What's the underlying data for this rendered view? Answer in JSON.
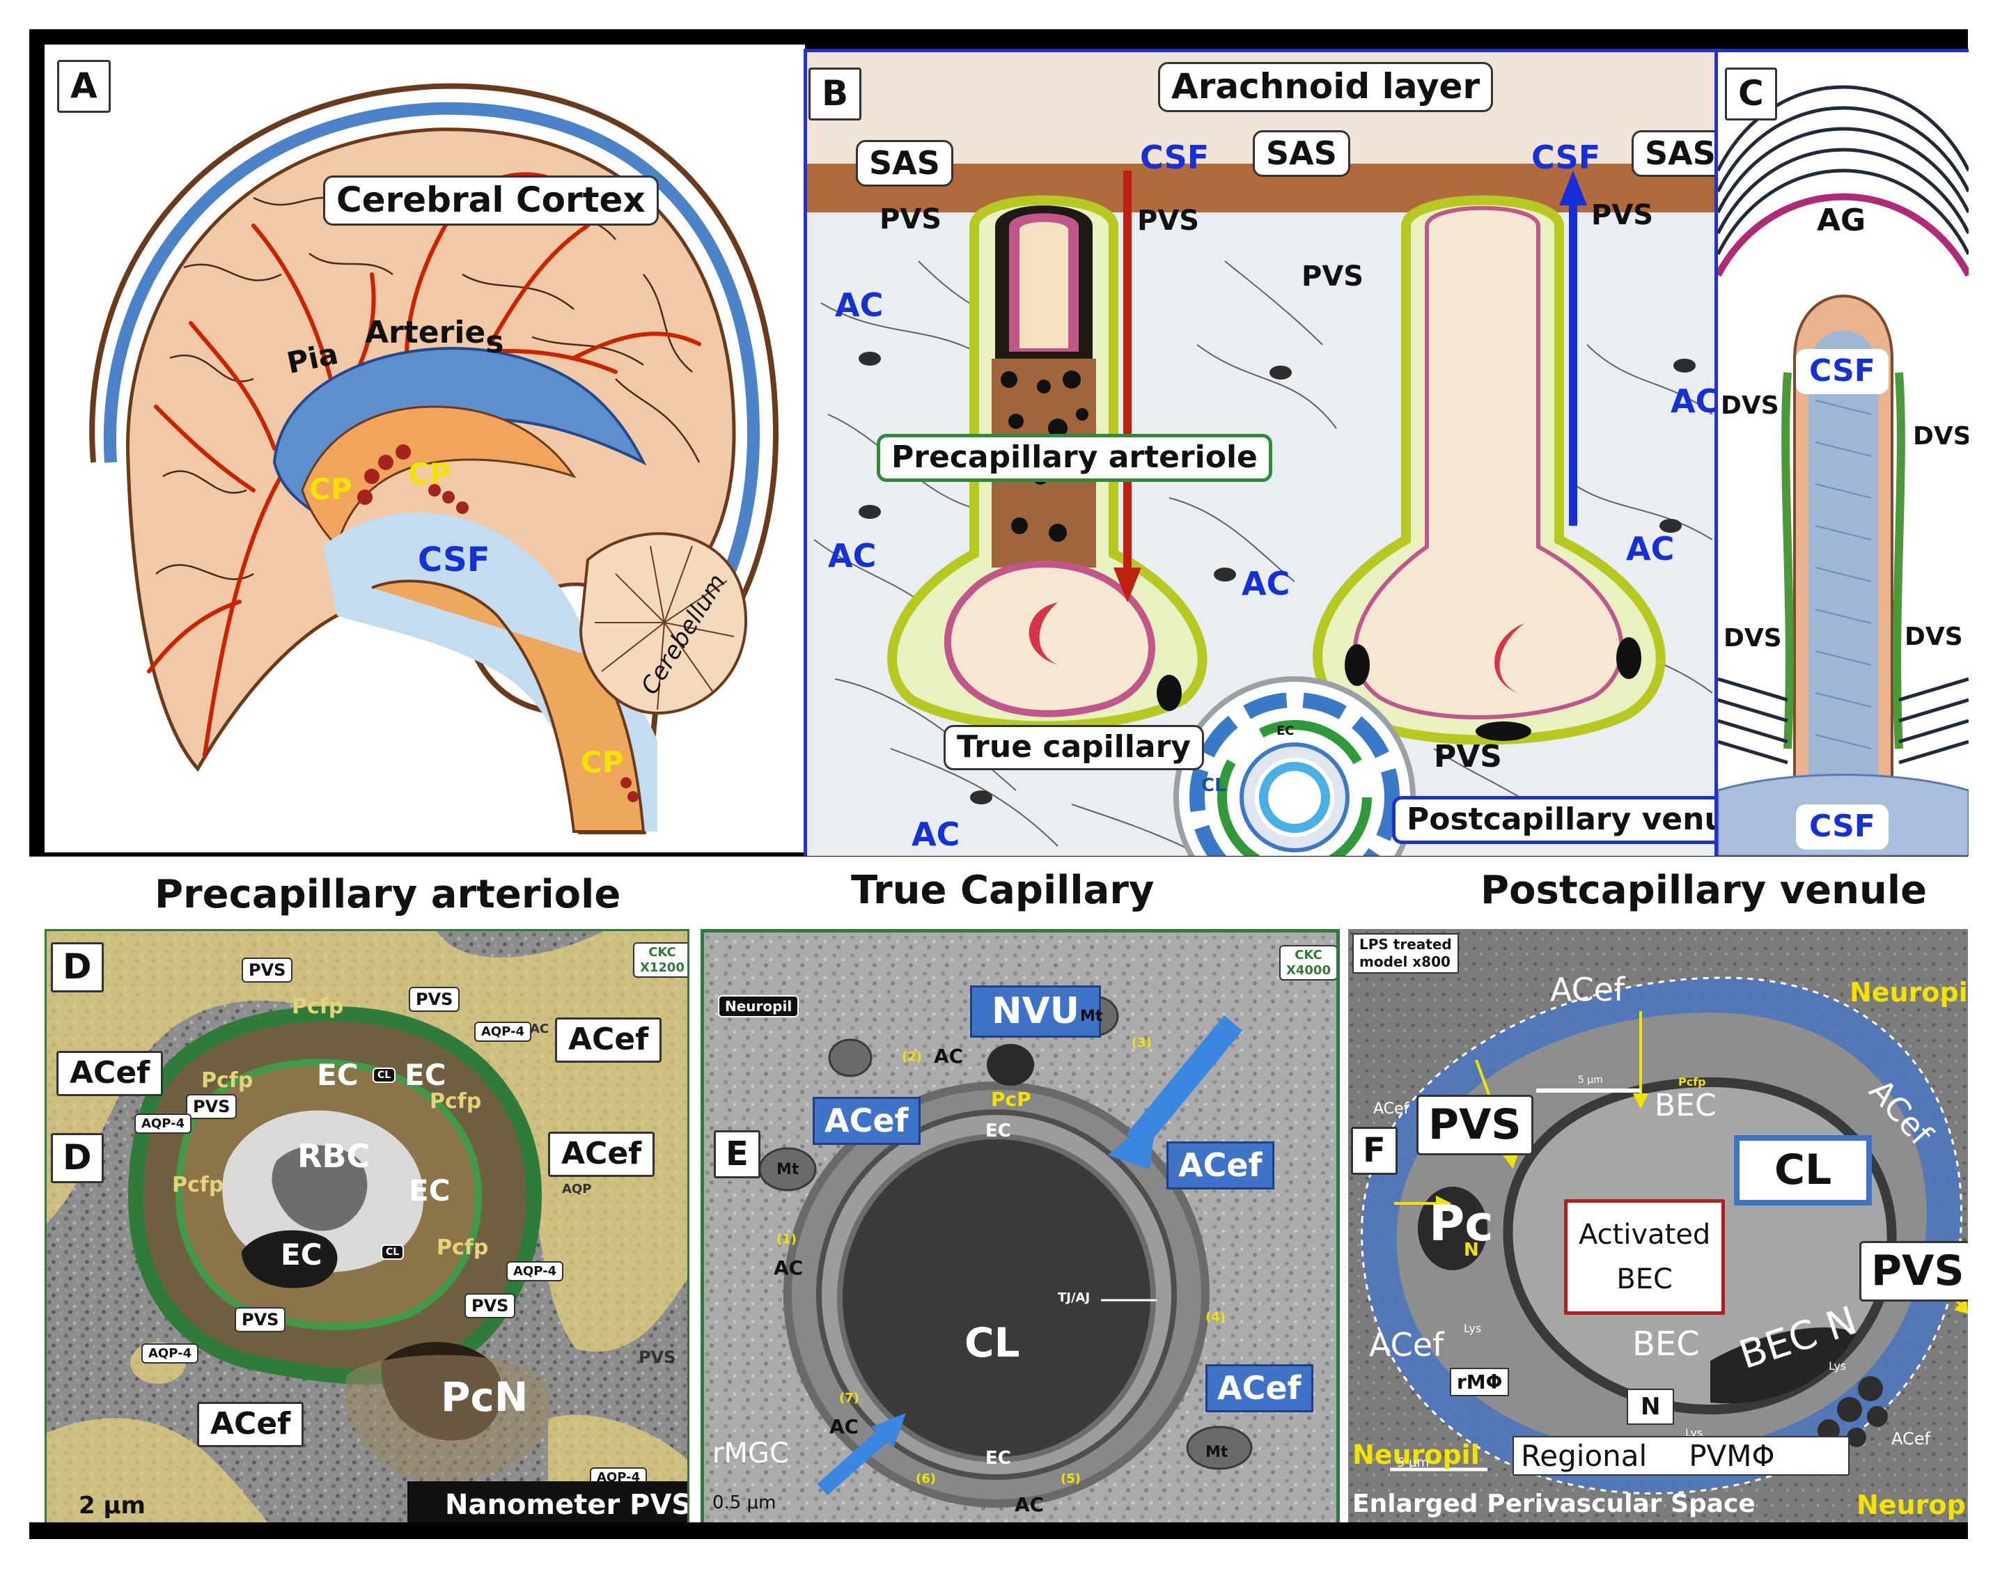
{
  "panel_a": {
    "letter": "A",
    "cortex": "Cerebral Cortex",
    "pia": "Pia",
    "arteries": "Arteri",
    "arteries_e": "e",
    "arteries_s": "s",
    "cp": "CP",
    "csf": "CSF",
    "cerebellum": "Cerebellum"
  },
  "panel_b": {
    "letter": "B",
    "arachnoid": "Arachnoid layer",
    "sas": "SAS",
    "csf": "CSF",
    "pvs": "PVS",
    "ac": "AC",
    "precap": "Precapillary arteriole",
    "true_cap": "True capillary",
    "postcap": "Postcapillary venule",
    "ec": "EC",
    "cl": "CL"
  },
  "panel_c": {
    "letter": "C",
    "ag": "AG",
    "csf": "CSF",
    "dvs": "DVS"
  },
  "headers": {
    "d": "Precapillary arteriole",
    "e": "True Capillary",
    "f": "Postcapillary venule"
  },
  "panel_d": {
    "letter": "D",
    "pvs": "PVS",
    "pcfp": "Pcfp",
    "ec": "EC",
    "cl": "CL",
    "rbc": "RBC",
    "acef": "ACef",
    "aqp4": "AQP-4",
    "aqp": "AQP",
    "pcn": "PcN",
    "ac": "AC",
    "ckc": "CKC",
    "mag": "X1200",
    "scale": "2 μm",
    "nano": "Nanometer PVS"
  },
  "panel_e": {
    "letter": "E",
    "neuropil": "Neuropil",
    "nvu": "NVU",
    "mt": "Mt",
    "ac": "AC",
    "pcp": "PcP",
    "ec": "EC",
    "acef": "ACef",
    "cl": "CL",
    "tjaj": "TJ/AJ",
    "rmgc": "rMGC",
    "scale": "0.5 μm",
    "ckc": "CKC",
    "mag": "X4000",
    "n1": "(1)",
    "n2": "(2)",
    "n3": "(3)",
    "n4": "(4)",
    "n5": "(5)",
    "n6": "(6)",
    "n7": "(7)"
  },
  "panel_f": {
    "letter": "F",
    "lps1": "LPS treated",
    "lps2": "model x800",
    "acef": "ACef",
    "neuropil": "Neuropil",
    "pvs": "PVS",
    "bec": "BEC",
    "pcfp": "Pcfp",
    "pc": "Pc",
    "pc_n": "N",
    "cl": "CL",
    "act1": "Activated",
    "act2": "BEC",
    "becn": "BEC N",
    "lys": "Lys",
    "rmo": "rMΦ",
    "n": "N",
    "regional": "Regional",
    "pvmo": "PVMΦ",
    "scale5": "5 μm",
    "enlarged": "Enlarged Perivascular Space"
  },
  "colors": {
    "frame": "#000000",
    "csf_blue": "#1530d8",
    "cp_yellow": "#f2e400",
    "acef_box": "#3f73c7",
    "em_gray": "#8a8a8a",
    "green_outline": "#2d7a3a"
  }
}
